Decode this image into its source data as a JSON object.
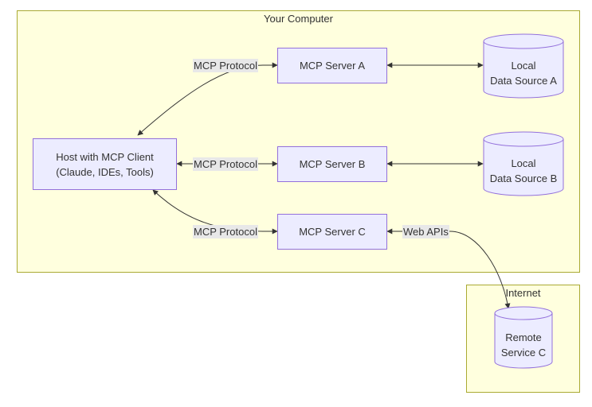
{
  "clusters": {
    "computer": "Your Computer",
    "internet": "Internet"
  },
  "nodes": {
    "host": [
      "Host with MCP Client",
      "(Claude, IDEs, Tools)"
    ],
    "server_a": "MCP Server A",
    "server_b": "MCP Server B",
    "server_c": "MCP Server C",
    "data_a": [
      "Local",
      "Data Source A"
    ],
    "data_b": [
      "Local",
      "Data Source B"
    ],
    "remote_c": [
      "Remote",
      "Service C"
    ]
  },
  "edges": {
    "protocol_a": "MCP Protocol",
    "protocol_b": "MCP Protocol",
    "protocol_c": "MCP Protocol",
    "web_apis": "Web APIs"
  },
  "colors": {
    "cluster_fill": "#ffffde",
    "cluster_border": "#aaaa33",
    "node_fill": "#ececff",
    "node_border": "#9370db",
    "edge": "#333333",
    "label_bg": "#e8e8e8"
  }
}
